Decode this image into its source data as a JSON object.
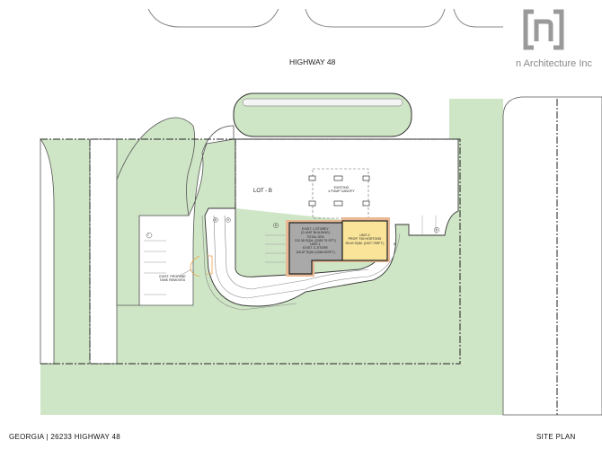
{
  "header": {
    "road_label": "HIGHWAY 48",
    "logo_mark": "n",
    "firm_name": "n Architecture Inc"
  },
  "plan": {
    "lot_label": "LOT - B",
    "canopy_label": [
      "EXISTING",
      "4 PUMP CANOPY"
    ],
    "existing_building": [
      "EXIST. 1-STOREY",
      "(2-UNIT BUILDING)",
      "TOTAL GFA",
      "212.36 SQM. (2285.75 SFT.)",
      "UNIT-1",
      "EXIST. C-STORE",
      "116.87 SQM (1258.00SFT.)"
    ],
    "proposed_unit": [
      "UNIT-2",
      "PROP. TIM HORTONS",
      "95.49 SQM. (1027.79SFT.)"
    ],
    "propane_note": [
      "EXIST. PROPANE",
      "TANK REMOVED"
    ],
    "parking_tags": [
      "7",
      "8",
      "9",
      "6",
      "5",
      "8"
    ],
    "colors": {
      "landscape": "#cfe6c6",
      "existing_building": "#a9a9a9",
      "proposed_unit": "#f9e49a",
      "sidewalk": "#e9b995",
      "propane_mark": "#e8a24a"
    }
  },
  "footer": {
    "project": "GEORGIA | 26233 HIGHWAY 48",
    "sheet": "SITE PLAN"
  }
}
